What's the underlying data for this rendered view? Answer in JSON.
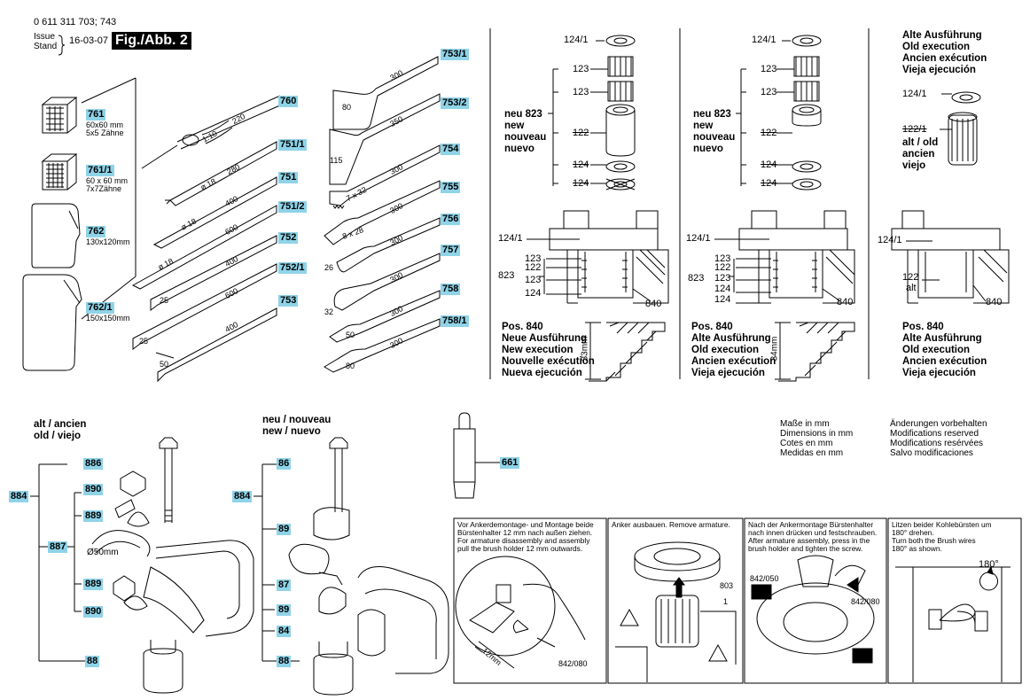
{
  "header": {
    "part_number": "0 611 311 703; 743",
    "issue_line1": "Issue",
    "issue_line2": "Stand",
    "date": "16-03-07",
    "figure": "Fig./Abb. 2"
  },
  "accessories": {
    "pad1": {
      "label": "761",
      "size": "60x60 mm",
      "teeth": "5x5 Zähne"
    },
    "pad2": {
      "label": "761/1",
      "size": "60 x 60 mm",
      "teeth": "7x7Zähne"
    },
    "pad3": {
      "label": "762",
      "size": "130x120mm"
    },
    "pad4": {
      "label": "762/1",
      "size": "150x150mm"
    },
    "chisels_left": [
      {
        "label": "760",
        "dims": [
          "1:10",
          "220"
        ]
      },
      {
        "label": "751/1",
        "dims": [
          "ø 18",
          "280"
        ]
      },
      {
        "label": "751",
        "dims": [
          "ø 18",
          "400"
        ]
      },
      {
        "label": "751/2",
        "dims": [
          "ø 18",
          "600"
        ]
      },
      {
        "label": "752",
        "dims": [
          "25",
          "400"
        ]
      },
      {
        "label": "752/1",
        "dims": [
          "25",
          "600"
        ]
      },
      {
        "label": "753",
        "dims": [
          "50",
          "400"
        ]
      }
    ],
    "chisels_right": [
      {
        "label": "753/1",
        "dims": [
          "80",
          "300"
        ]
      },
      {
        "label": "753/2",
        "dims": [
          "115",
          "350"
        ]
      },
      {
        "label": "754",
        "dims": [
          "7 x 32",
          "300"
        ]
      },
      {
        "label": "755",
        "dims": [
          "8 x 28",
          "300"
        ]
      },
      {
        "label": "756",
        "dims": [
          "26",
          "300"
        ]
      },
      {
        "label": "757",
        "dims": [
          "32",
          "300"
        ]
      },
      {
        "label": "758",
        "dims": [
          "50",
          "300"
        ]
      },
      {
        "label": "758/1",
        "dims": [
          "80",
          "300"
        ]
      }
    ]
  },
  "panel_new": {
    "parts": [
      "124/1",
      "123",
      "123",
      "122",
      "124",
      "124"
    ],
    "neu": [
      "neu 823",
      "new",
      "nouveau",
      "nuevo"
    ],
    "section": [
      "124/1",
      "123",
      "122",
      "823",
      "123",
      "124",
      "840"
    ],
    "pos": [
      "Pos. 840",
      "Neue Ausführung",
      "New execution",
      "Nouvelle exécution",
      "Nueva ejecución"
    ],
    "dim": "33mm"
  },
  "panel_old": {
    "parts": [
      "124/1",
      "123",
      "123",
      "122",
      "124",
      "124"
    ],
    "neu": [
      "neu 823",
      "new",
      "nouveau",
      "nuevo"
    ],
    "section": [
      "124/1",
      "123",
      "122",
      "823",
      "123",
      "124",
      "124",
      "840"
    ],
    "pos": [
      "Pos. 840",
      "Alte Ausführung",
      "Old execution",
      "Ancien exécution",
      "Vieja ejecución"
    ],
    "dim": "34mm"
  },
  "panel_alt": {
    "heading": [
      "Alte Ausführung",
      "Old execution",
      "Ancien exécution",
      "Vieja ejecución"
    ],
    "parts": [
      "124/1",
      "122/1",
      "alt / old",
      "ancien",
      "viejo"
    ],
    "section": [
      "124/1",
      "122",
      "alt",
      "840"
    ],
    "pos": [
      "Pos. 840",
      "Alte Ausführung",
      "Old execution",
      "Ancien exécution",
      "Vieja ejecución"
    ]
  },
  "handle_old": {
    "title": [
      "alt / ancien",
      "old / viejo"
    ],
    "labels": [
      "886",
      "884",
      "890",
      "889",
      "887",
      "889",
      "890",
      "88"
    ],
    "dim": "Ø50mm"
  },
  "handle_new": {
    "title": [
      "neu / nouveau",
      "new / nuevo"
    ],
    "labels": [
      "86",
      "884",
      "89",
      "87",
      "89",
      "84",
      "88"
    ]
  },
  "grease": {
    "label": "661"
  },
  "notes": {
    "dims": [
      "Maße in mm",
      "Dimensions in mm",
      "Cotes en mm",
      "Medidas en mm"
    ],
    "mods": [
      "Änderungen vorbehalten",
      "Modifications reserved",
      "Modifications resérvées",
      "Salvo modificaciones"
    ]
  },
  "instructions": [
    {
      "text": [
        "Vor Ankerdemontage- und Montage beide",
        "Bürstenhalter 12 mm nach außen ziehen.",
        "For armature disassembly and assembly",
        "pull the brush holder 12 mm outwards."
      ],
      "labels": [
        "12mm",
        "842/080"
      ]
    },
    {
      "text": [
        "Anker ausbauen. Remove armature."
      ],
      "labels": [
        "803",
        "1"
      ]
    },
    {
      "text": [
        "Nach der Ankermontage Bürstenhalter",
        "nach innen drücken und festschrauben.",
        "After armature assembly, press in the",
        "brush holder and tighten the screw."
      ],
      "labels": [
        "842/050",
        "842/080"
      ]
    },
    {
      "text": [
        "Litzen beider Kohlebürsten um",
        "180° drehen.",
        "Turn both the Brush wires",
        "180° as shown."
      ],
      "labels": [
        "180°"
      ]
    }
  ],
  "colors": {
    "label_bg": "#8fd3e8",
    "line": "#000000"
  }
}
